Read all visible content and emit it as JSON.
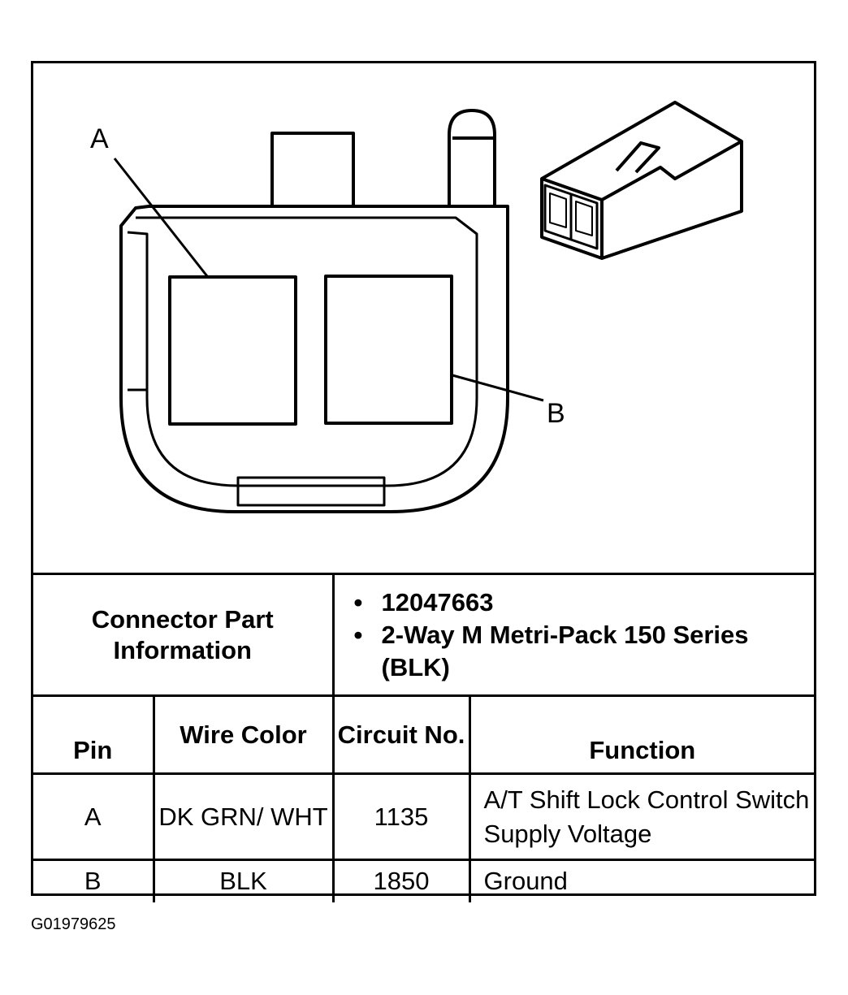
{
  "diagram": {
    "pin_label_a": "A",
    "pin_label_b": "B"
  },
  "connector_info": {
    "label": "Connector Part Information",
    "items": [
      "12047663",
      "2-Way M Metri-Pack 150 Series (BLK)"
    ]
  },
  "table": {
    "headers": {
      "pin": "Pin",
      "wire_color": "Wire Color",
      "circuit_no": "Circuit No.",
      "function": "Function"
    },
    "rows": [
      {
        "pin": "A",
        "wire_color": "DK GRN/ WHT",
        "circuit_no": "1135",
        "function": "A/T Shift Lock Control Switch Supply Voltage"
      },
      {
        "pin": "B",
        "wire_color": "BLK",
        "circuit_no": "1850",
        "function": "Ground"
      }
    ]
  },
  "figure_code": "G01979625"
}
